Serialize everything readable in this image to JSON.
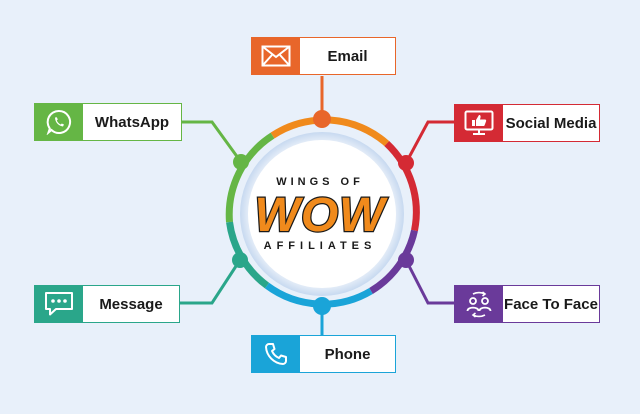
{
  "center": {
    "top_text": "WINGS OF",
    "mark_text": "WOW",
    "bottom_text": "AFFILIATES"
  },
  "nodes": {
    "email": {
      "label": "Email",
      "icon": "envelope-icon",
      "color": "#e8662a"
    },
    "whatsapp": {
      "label": "WhatsApp",
      "icon": "whatsapp-icon",
      "color": "#65b645"
    },
    "social": {
      "label": "Social Media",
      "icon": "thumbs-up-screen-icon",
      "color": "#d42a34"
    },
    "message": {
      "label": "Message",
      "icon": "chat-bubble-icon",
      "color": "#2aa68a"
    },
    "face": {
      "label": "Face To Face",
      "icon": "people-cycle-icon",
      "color": "#6a3a9a"
    },
    "phone": {
      "label": "Phone",
      "icon": "phone-icon",
      "color": "#1aa4d8"
    }
  },
  "colors": {
    "background": "#e8f0fa",
    "logo_orange": "#f08a1c"
  }
}
